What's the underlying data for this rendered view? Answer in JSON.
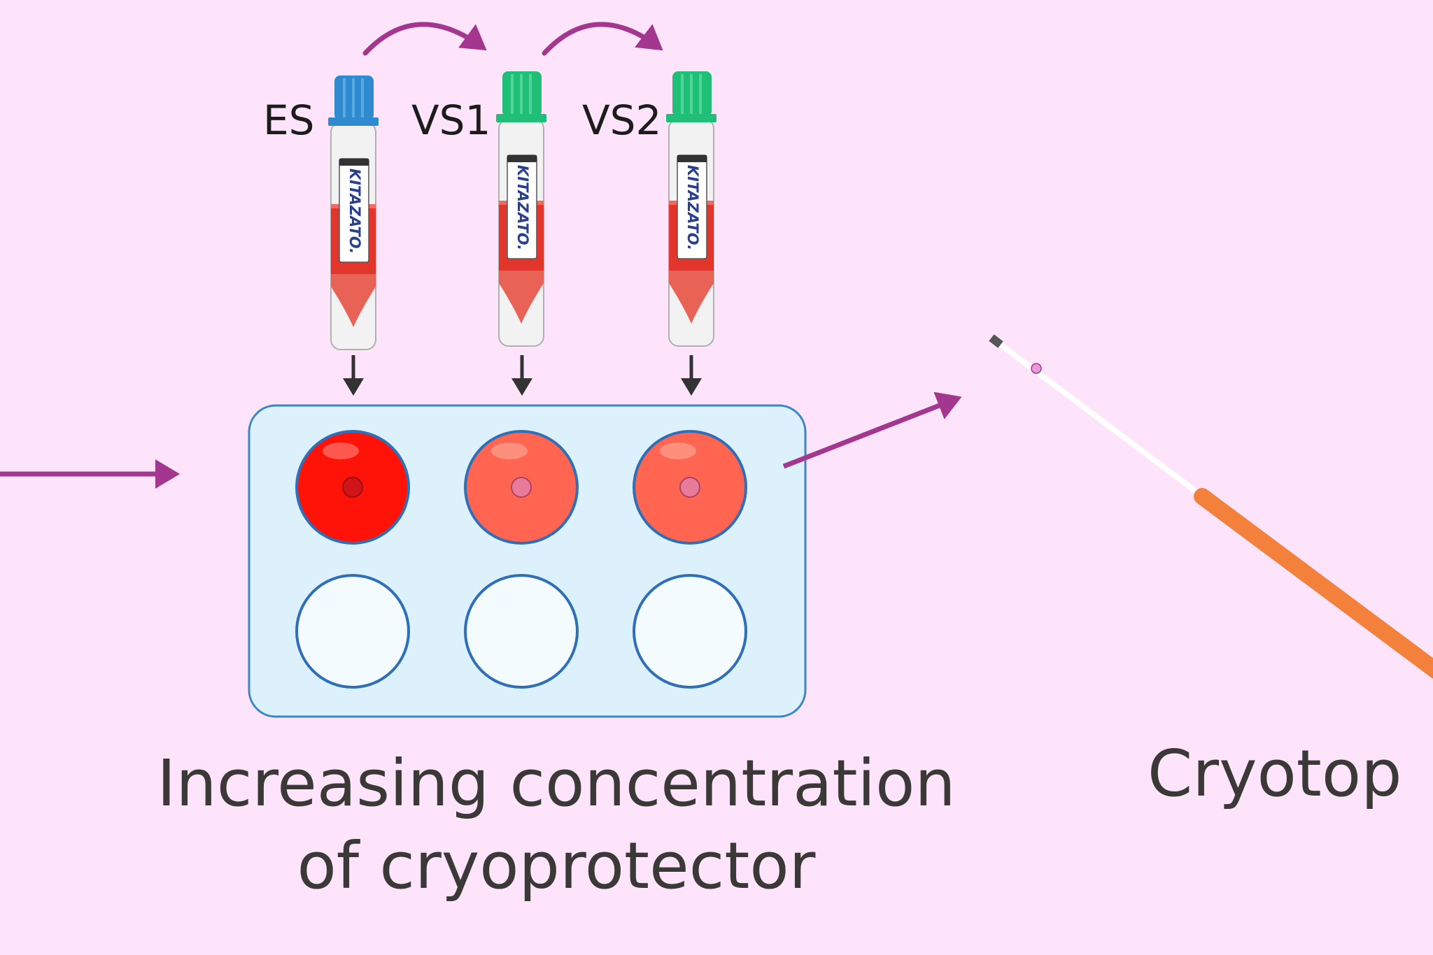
{
  "colors": {
    "background": "#fde4fa",
    "arrow_purple": "#a3378f",
    "tray_fill": "#dcf1fb",
    "tray_border": "#3c86c7",
    "cap_blue": "#2f8ad0",
    "cap_green": "#1fbf78",
    "liquid_red": "#e2362c",
    "well_es": "#ff1208",
    "well_vs": "#ff6550",
    "cryotop_handle": "#f3803b"
  },
  "tubes": [
    {
      "label": "ES",
      "cap": "cap-blue",
      "brand": "KITAZATO."
    },
    {
      "label": "VS1",
      "cap": "cap-green",
      "brand": "KITAZATO."
    },
    {
      "label": "VS2",
      "cap": "cap-green",
      "brand": "KITAZATO."
    }
  ],
  "wells": {
    "top_row": [
      "well_es",
      "well_vs",
      "well_vs"
    ],
    "bottom_row": [
      "empty",
      "empty",
      "empty"
    ]
  },
  "caption": {
    "line1": "Increasing concentration",
    "line2": "of cryoprotector"
  },
  "cryotop": {
    "label": "Cryotop"
  }
}
